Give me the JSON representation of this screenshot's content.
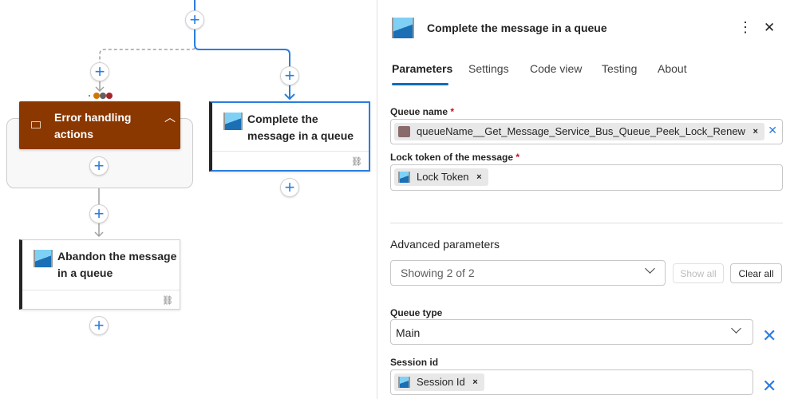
{
  "canvas": {
    "scope": {
      "title": "Error handling actions"
    },
    "cards": [
      {
        "title": "Complete the message in a queue"
      },
      {
        "title": "Abandon the message in a queue"
      }
    ],
    "plus_label": "+",
    "colors": {
      "accent": "#2b7de0",
      "scope_header": "#8a3800",
      "status_dots": [
        "#d47500",
        "#616161",
        "#a4262c"
      ]
    }
  },
  "panel": {
    "title": "Complete the message in a queue",
    "tabs": [
      {
        "label": "Parameters",
        "active": true
      },
      {
        "label": "Settings"
      },
      {
        "label": "Code view"
      },
      {
        "label": "Testing"
      },
      {
        "label": "About"
      }
    ],
    "queue_name": {
      "label": "Queue name",
      "required": "*",
      "token": "queueName__Get_Message_Service_Bus_Queue_Peek_Lock_Renew"
    },
    "lock_token": {
      "label": "Lock token of the message",
      "required": "*",
      "token": "Lock Token"
    },
    "advanced": {
      "label": "Advanced parameters",
      "dropdown": "Showing 2 of 2",
      "show_all": "Show all",
      "clear_all": "Clear all"
    },
    "queue_type": {
      "label": "Queue type",
      "value": "Main"
    },
    "session_id": {
      "label": "Session id",
      "token": "Session Id"
    },
    "token_remove": "×",
    "more_icon": "⋮",
    "close_icon": "✕"
  }
}
